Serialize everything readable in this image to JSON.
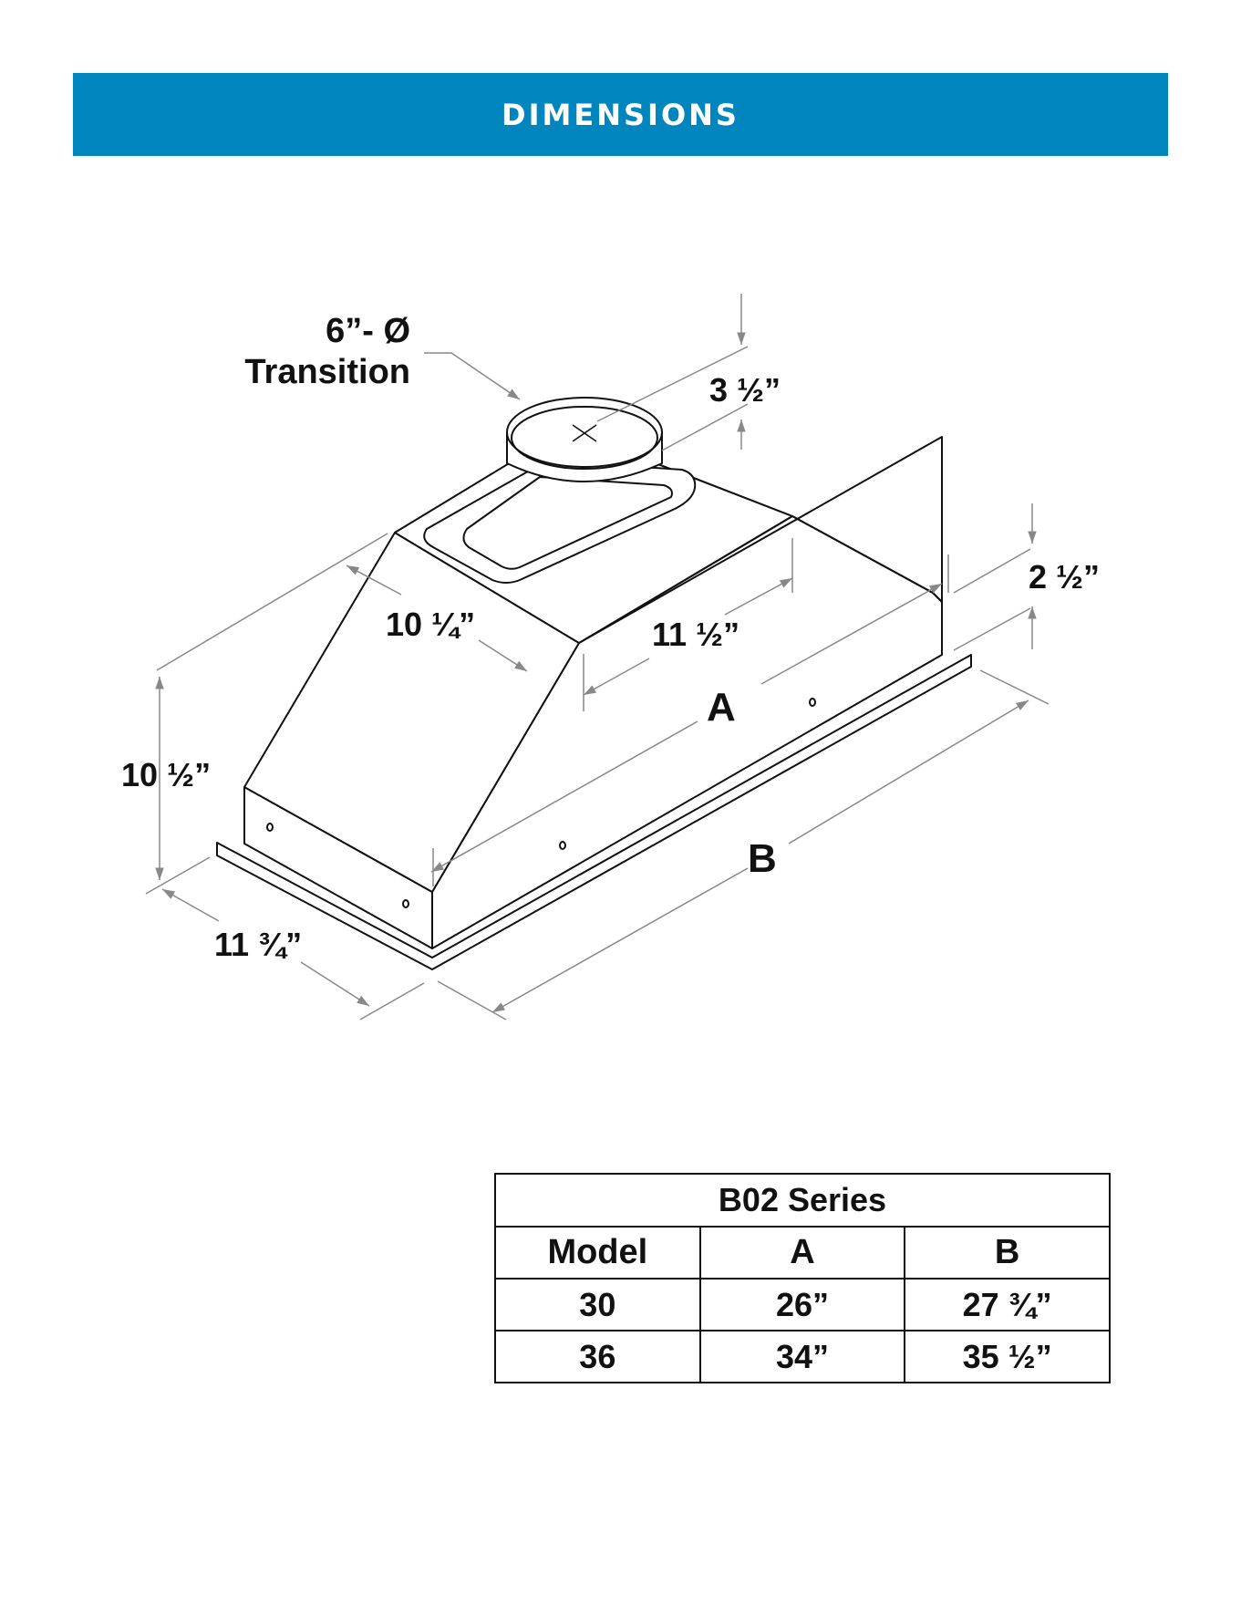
{
  "header": {
    "title": "DIMENSIONS"
  },
  "accent_color": "#0085bf",
  "diagram": {
    "labels": {
      "transition_line1": "6”- Ø",
      "transition_line2": "Transition",
      "transition_height": "3 ½”",
      "top_depth": "10 ¼”",
      "top_width": "11 ½”",
      "side_height": "2 ½”",
      "overall_height": "10 ½”",
      "overall_depth": "11 ¾”",
      "dim_a": "A",
      "dim_b": "B"
    }
  },
  "table": {
    "caption": "B02 Series",
    "headers": [
      "Model",
      "A",
      "B"
    ],
    "rows": [
      [
        "30",
        "26”",
        "27 ¾”"
      ],
      [
        "36",
        "34”",
        "35 ½”"
      ]
    ]
  }
}
